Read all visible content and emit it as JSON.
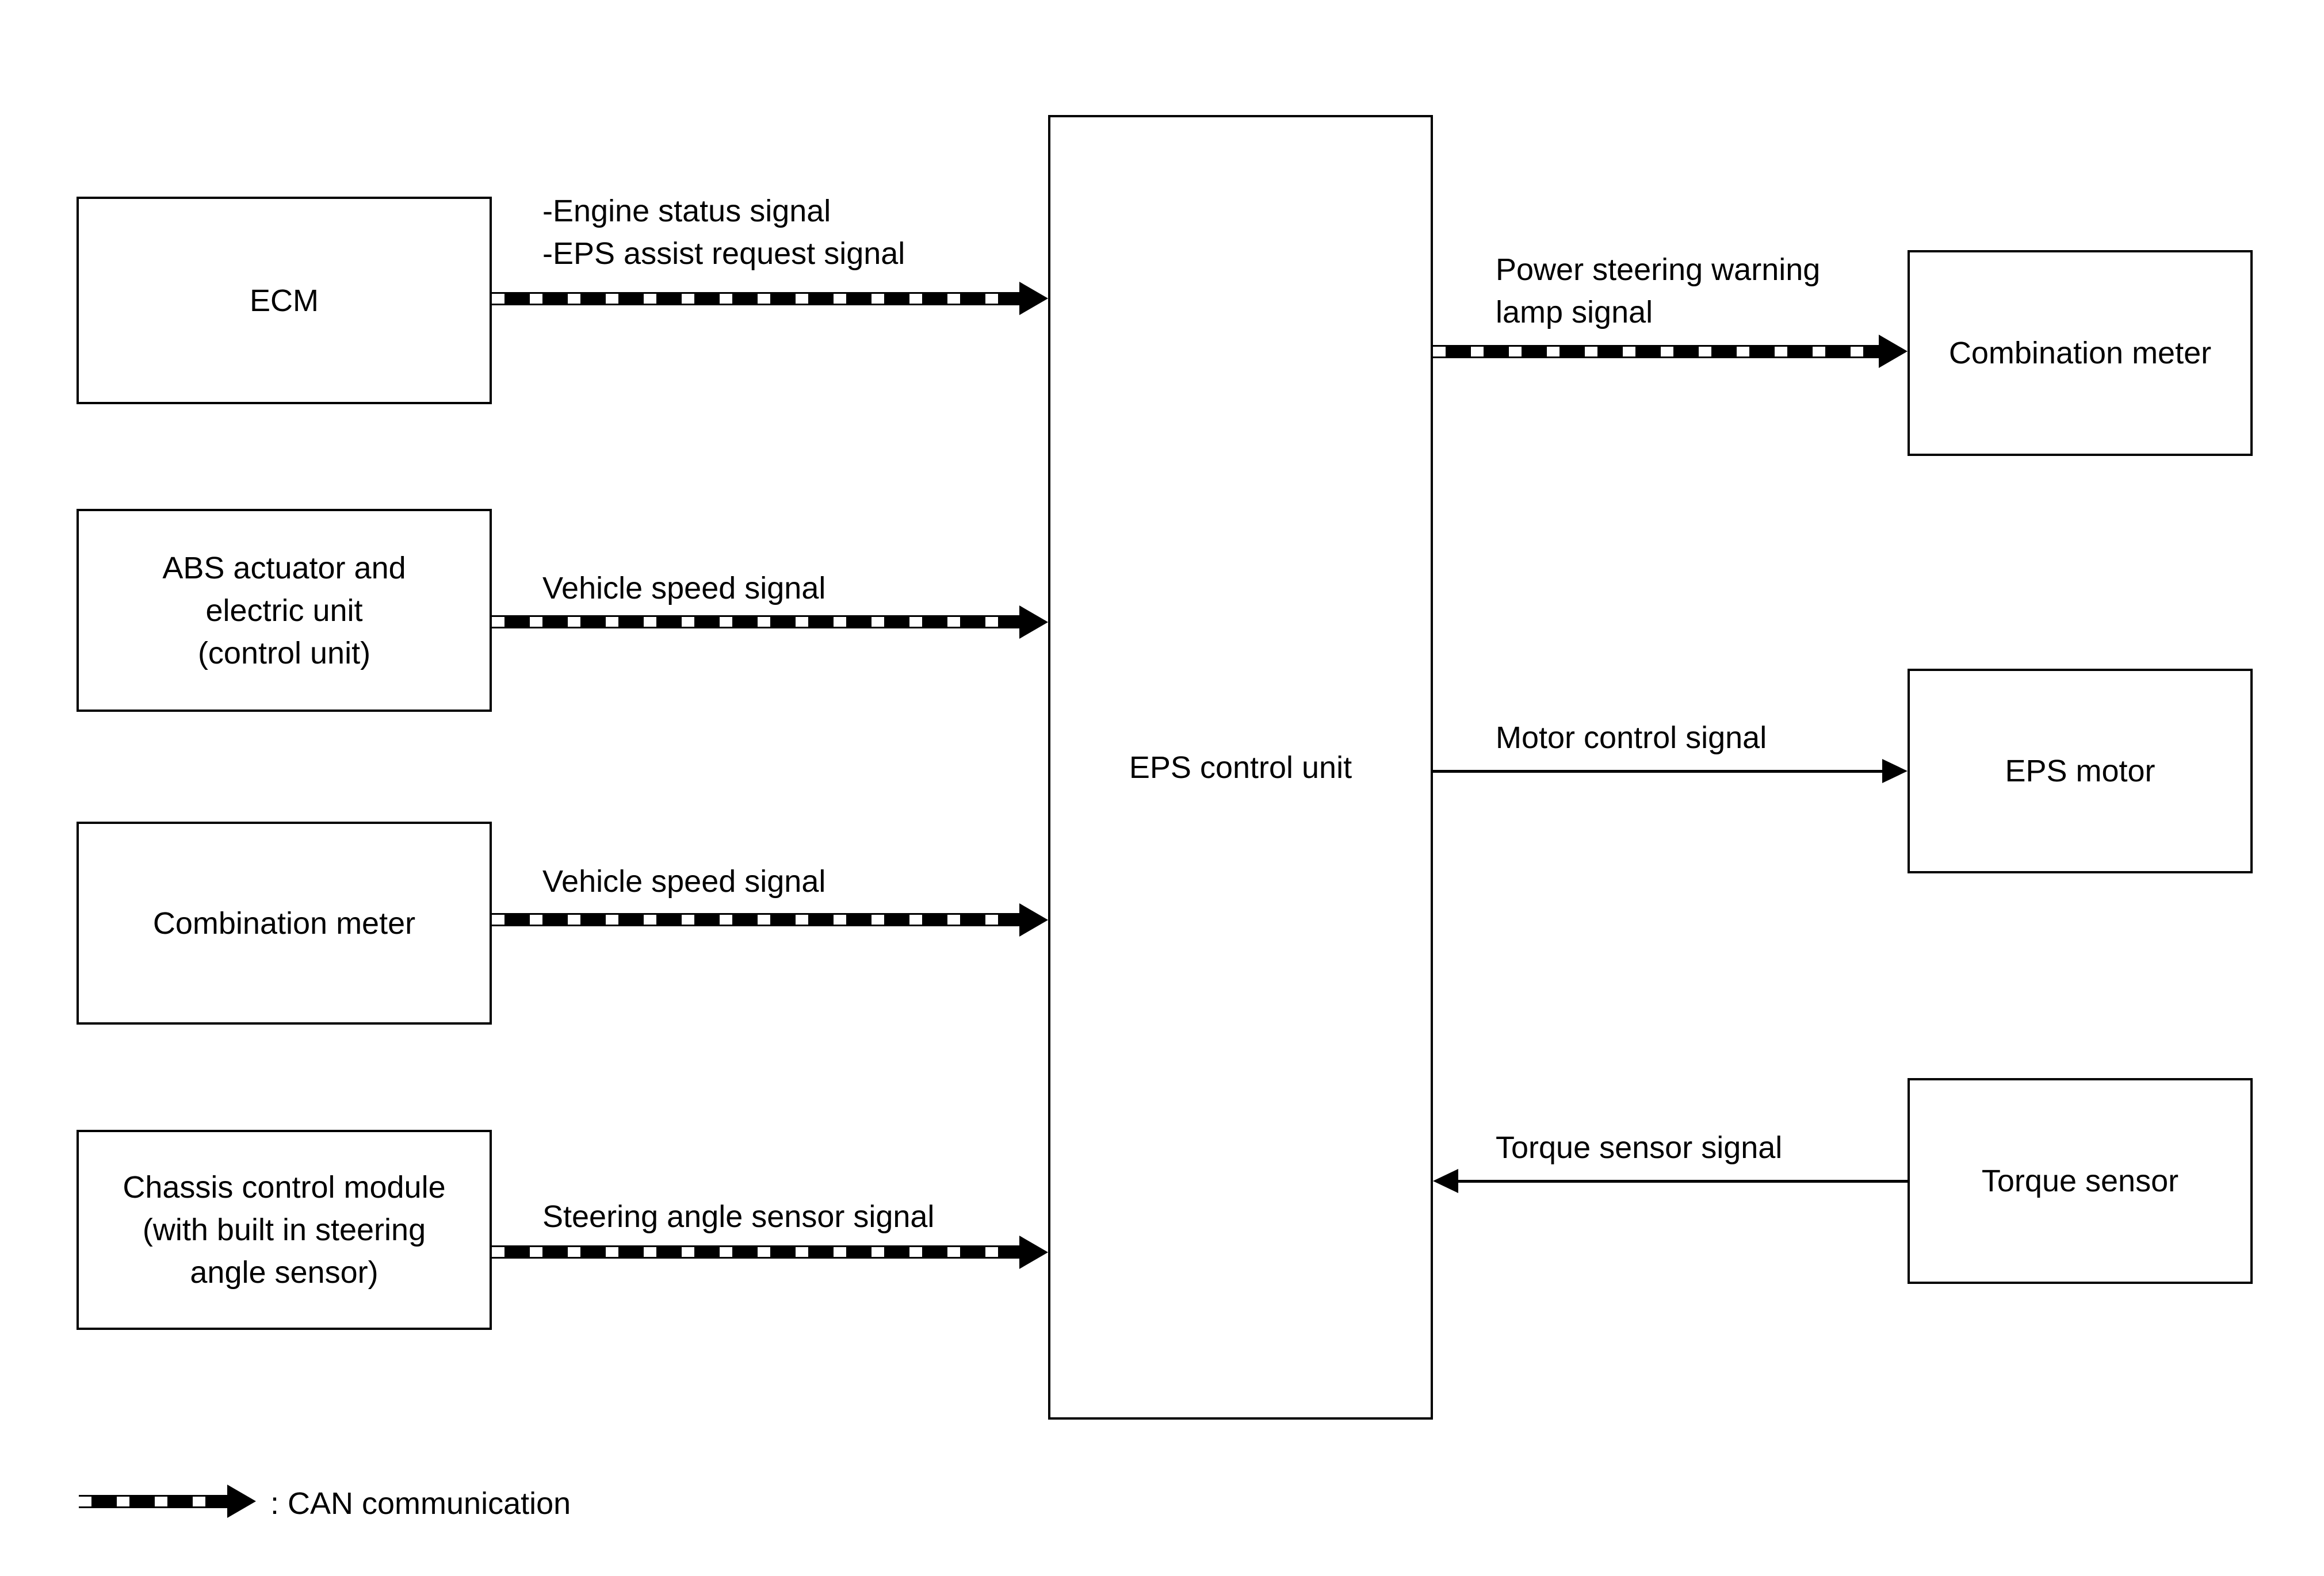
{
  "boxes": {
    "ecm": {
      "label": "ECM"
    },
    "abs_actuator": {
      "line1": "ABS actuator and",
      "line2": "electric unit",
      "line3": "(control unit)"
    },
    "combination_meter_left": {
      "label": "Combination meter"
    },
    "chassis_control": {
      "line1": "Chassis control module",
      "line2": "(with built in steering",
      "line3": "angle sensor)"
    },
    "eps_control_unit": {
      "label": "EPS control unit"
    },
    "combination_meter_right": {
      "label": "Combination meter"
    },
    "eps_motor": {
      "label": "EPS motor"
    },
    "torque_sensor": {
      "label": "Torque sensor"
    }
  },
  "signals": {
    "ecm_to_eps": {
      "line1": "-Engine status signal",
      "line2": "-EPS assist request signal",
      "type": "CAN"
    },
    "abs_to_eps": {
      "label": "Vehicle speed signal",
      "type": "CAN"
    },
    "meter_to_eps": {
      "label": "Vehicle speed signal",
      "type": "CAN"
    },
    "chassis_to_eps": {
      "label": "Steering angle sensor signal",
      "type": "CAN"
    },
    "eps_to_meter": {
      "line1": "Power steering warning",
      "line2": "lamp signal",
      "type": "CAN"
    },
    "eps_to_motor": {
      "label": "Motor control signal",
      "type": "direct"
    },
    "torque_to_eps": {
      "label": "Torque sensor signal",
      "type": "direct"
    }
  },
  "legend": {
    "label": ": CAN communication"
  },
  "colors": {
    "line": "#000000",
    "background": "#ffffff"
  }
}
